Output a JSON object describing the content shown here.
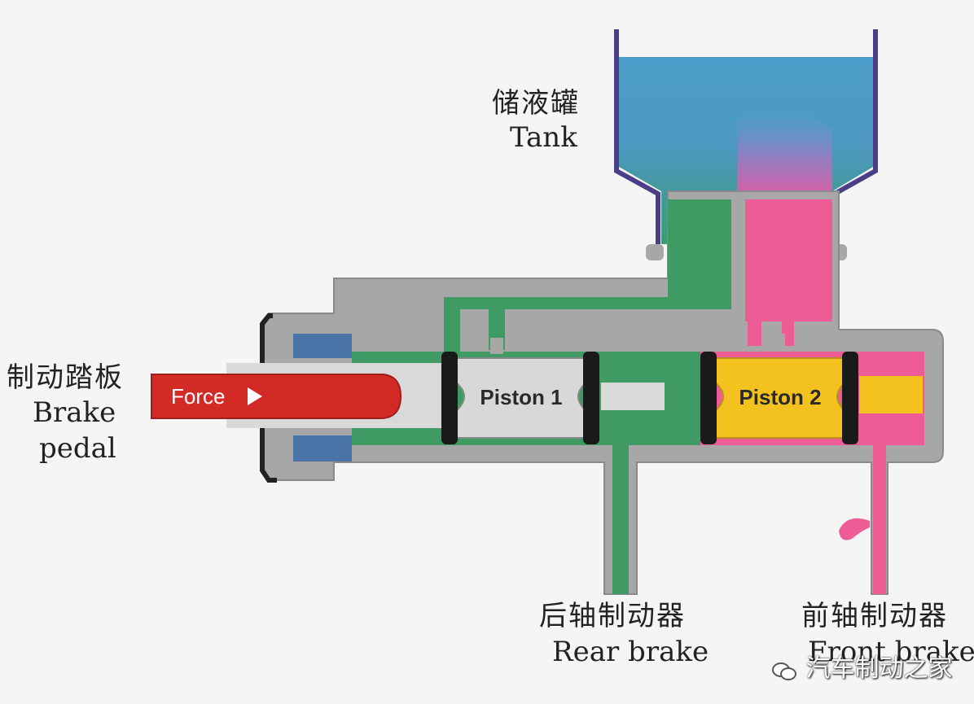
{
  "labels": {
    "tank_zh": "储液罐",
    "tank_en": "Tank",
    "pedal_zh": "制动踏板",
    "pedal_en_1": "Brake",
    "pedal_en_2": "pedal",
    "rear_zh": "后轴制动器",
    "rear_en": "Rear brake",
    "front_zh": "前轴制动器",
    "front_en": "Front brake"
  },
  "parts": {
    "force": "Force",
    "piston1": "Piston 1",
    "piston2": "Piston 2"
  },
  "watermark": "汽车制动之家",
  "colors": {
    "housing": "#a7a7a7",
    "green_fluid": "#3f9a63",
    "pink_fluid": "#ee5c95",
    "blue_fluid": "#4aa0c8",
    "piston1": "#d8d8d8",
    "piston2": "#f3c21e",
    "force_rod": "#d42a26",
    "seal": "#1a1a1a"
  }
}
